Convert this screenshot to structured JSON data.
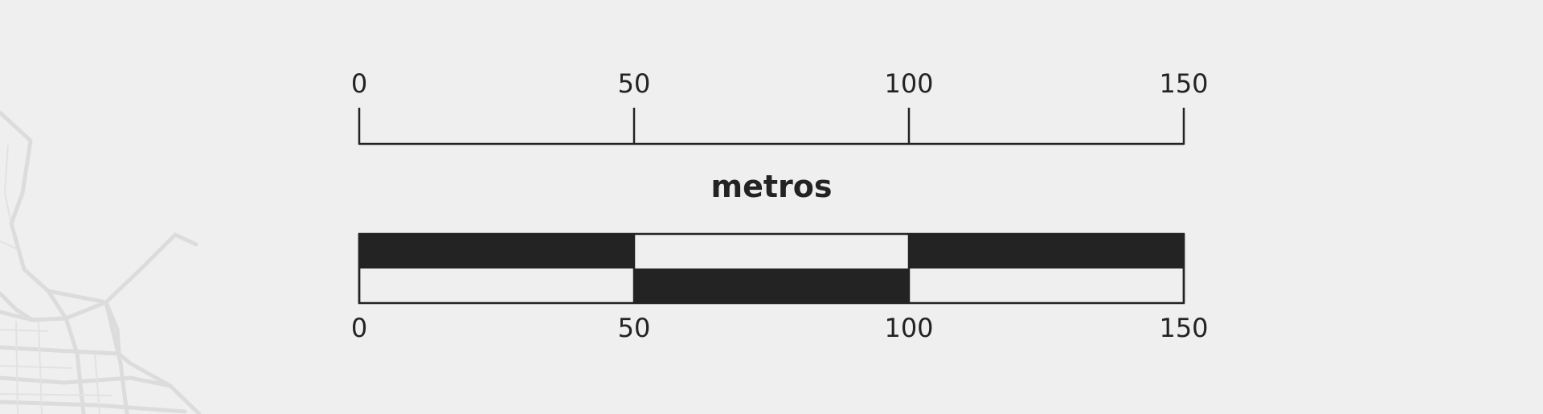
{
  "scale_bar": {
    "unit_label": "metros",
    "top_ticks": [
      "0",
      "50",
      "100",
      "150"
    ],
    "bottom_ticks": [
      "0",
      "50",
      "100",
      "150"
    ],
    "max_value": 150,
    "tick_values": [
      0,
      50,
      100,
      150
    ]
  },
  "colors": {
    "background": "#efefef",
    "ink": "#232323",
    "map_lines": "#dcdcdc"
  }
}
